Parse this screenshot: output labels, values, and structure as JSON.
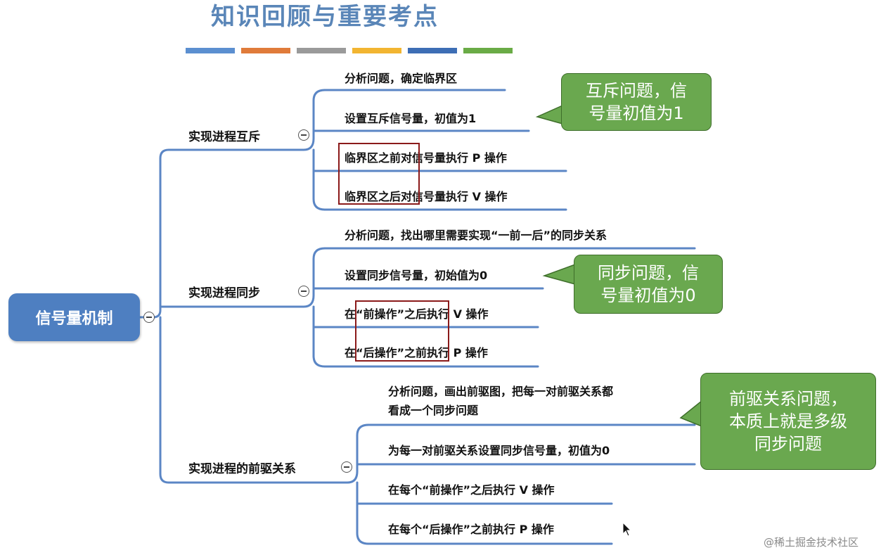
{
  "title": "知识回顾与重要考点",
  "color_bars": [
    "#5b8fd0",
    "#e07b3a",
    "#9a9a9a",
    "#f2b531",
    "#3d6eb5",
    "#6aab46"
  ],
  "root": {
    "label": "信号量机制"
  },
  "branches": [
    {
      "label": "实现进程互斥",
      "leaves": [
        "分析问题，确定临界区",
        "设置互斥信号量，初值为1",
        "临界区之前对信号量执行 P 操作",
        "临界区之后对信号量执行 V 操作"
      ]
    },
    {
      "label": "实现进程同步",
      "leaves": [
        "分析问题，找出哪里需要实现“一前一后”的同步关系",
        "设置同步信号量，初始值为0",
        "在“前操作”之后执行 V 操作",
        "在“后操作”之前执行 P 操作"
      ]
    },
    {
      "label": "实现进程的前驱关系",
      "leaves": [
        "分析问题，画出前驱图，把每一对前驱关系都",
        "看成一个同步问题",
        "为每一对前驱关系设置同步信号量，初值为0",
        "在每个“前操作”之后执行 V 操作",
        "在每个“后操作”之前执行 P 操作"
      ]
    }
  ],
  "callouts": [
    {
      "lines": [
        "互斥问题，信",
        "号量初值为1"
      ]
    },
    {
      "lines": [
        "同步问题，信",
        "号量初值为0"
      ]
    },
    {
      "lines": [
        "前驱关系问题，",
        "本质上就是多级",
        "同步问题"
      ]
    }
  ],
  "watermark": "@稀土掘金技术社区",
  "colors": {
    "root": "#4e7fc1",
    "callout": "#6aa84f",
    "line": "#5b86c5",
    "highlight": "#8b1a1a",
    "title": "#5a86b8"
  }
}
